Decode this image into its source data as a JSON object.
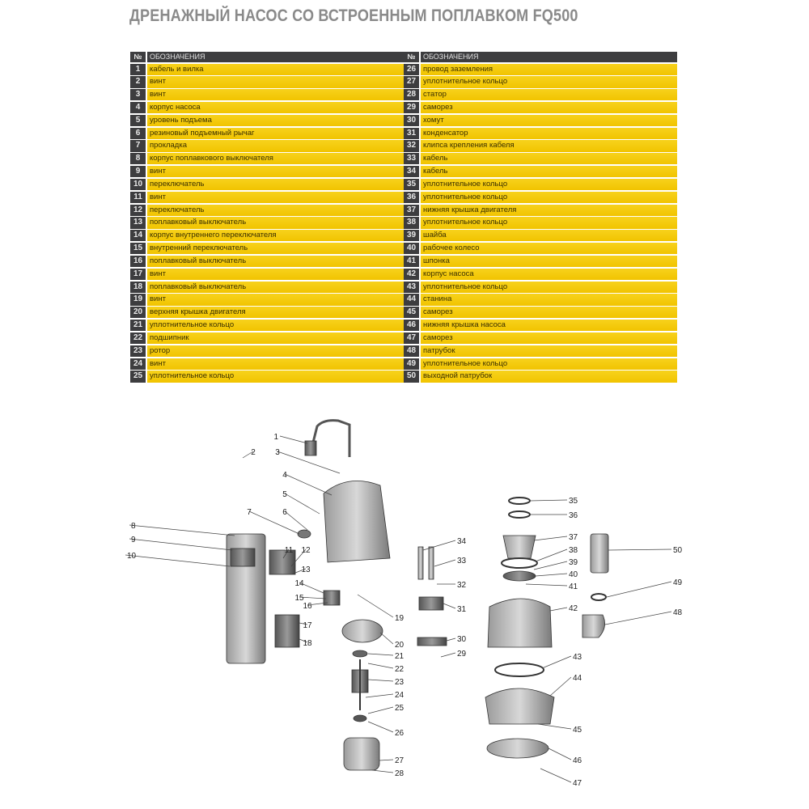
{
  "title": "ДРЕНАЖНЫЙ НАСОС СО ВСТРОЕННЫМ ПОПЛАВКОМ FQ500",
  "table": {
    "header_num": "№",
    "header_label": "ОБОЗНАЧЕНИЯ",
    "left": [
      {
        "n": "1",
        "label": "кабель и вилка"
      },
      {
        "n": "2",
        "label": "винт"
      },
      {
        "n": "3",
        "label": "винт"
      },
      {
        "n": "4",
        "label": "корпус насоса"
      },
      {
        "n": "5",
        "label": "уровень подъема"
      },
      {
        "n": "6",
        "label": "резиновый подъемный рычаг"
      },
      {
        "n": "7",
        "label": "прокладка"
      },
      {
        "n": "8",
        "label": "корпус поплавкового выключателя"
      },
      {
        "n": "9",
        "label": "винт"
      },
      {
        "n": "10",
        "label": "переключатель"
      },
      {
        "n": "11",
        "label": "винт"
      },
      {
        "n": "12",
        "label": "переключатель"
      },
      {
        "n": "13",
        "label": "поплавковый выключатель"
      },
      {
        "n": "14",
        "label": "корпус внутреннего переключателя"
      },
      {
        "n": "15",
        "label": "внутренний переключатель"
      },
      {
        "n": "16",
        "label": "поплавковый выключатель"
      },
      {
        "n": "17",
        "label": "винт"
      },
      {
        "n": "18",
        "label": "поплавковый выключатель"
      },
      {
        "n": "19",
        "label": "винт"
      },
      {
        "n": "20",
        "label": "верхняя крышка двигателя"
      },
      {
        "n": "21",
        "label": "уплотнительное кольцо"
      },
      {
        "n": "22",
        "label": "подшипник"
      },
      {
        "n": "23",
        "label": "ротор"
      },
      {
        "n": "24",
        "label": "винт"
      },
      {
        "n": "25",
        "label": "уплотнительное кольцо"
      }
    ],
    "right": [
      {
        "n": "26",
        "label": "провод заземления"
      },
      {
        "n": "27",
        "label": "уплотнительное кольцо"
      },
      {
        "n": "28",
        "label": "статор"
      },
      {
        "n": "29",
        "label": "саморез"
      },
      {
        "n": "30",
        "label": "хомут"
      },
      {
        "n": "31",
        "label": "конденсатор"
      },
      {
        "n": "32",
        "label": "клипса крепления кабеля"
      },
      {
        "n": "33",
        "label": "кабель"
      },
      {
        "n": "34",
        "label": "кабель"
      },
      {
        "n": "35",
        "label": "уплотнительное кольцо"
      },
      {
        "n": "36",
        "label": "уплотнительное кольцо"
      },
      {
        "n": "37",
        "label": "нижняя крышка двигателя"
      },
      {
        "n": "38",
        "label": "уплотнительное кольцо"
      },
      {
        "n": "39",
        "label": "шайба"
      },
      {
        "n": "40",
        "label": "рабочее колесо"
      },
      {
        "n": "41",
        "label": "шпонка"
      },
      {
        "n": "42",
        "label": "корпус насоса"
      },
      {
        "n": "43",
        "label": "уплотнительное кольцо"
      },
      {
        "n": "44",
        "label": "станина"
      },
      {
        "n": "45",
        "label": "саморез"
      },
      {
        "n": "46",
        "label": "нижняя крышка насоса"
      },
      {
        "n": "47",
        "label": "саморез"
      },
      {
        "n": "48",
        "label": "патрубок"
      },
      {
        "n": "49",
        "label": "уплотнительное кольцо"
      },
      {
        "n": "50",
        "label": "выходной патрубок"
      }
    ]
  },
  "diagram": {
    "callouts": [
      "1",
      "2",
      "3",
      "4",
      "5",
      "6",
      "7",
      "8",
      "9",
      "10",
      "11",
      "12",
      "13",
      "14",
      "15",
      "16",
      "17",
      "18",
      "19",
      "20",
      "21",
      "22",
      "23",
      "24",
      "25",
      "26",
      "27",
      "28",
      "29",
      "30",
      "31",
      "32",
      "33",
      "34",
      "35",
      "36",
      "37",
      "38",
      "39",
      "40",
      "41",
      "42",
      "43",
      "44",
      "45",
      "46",
      "47",
      "48",
      "49",
      "50"
    ]
  }
}
